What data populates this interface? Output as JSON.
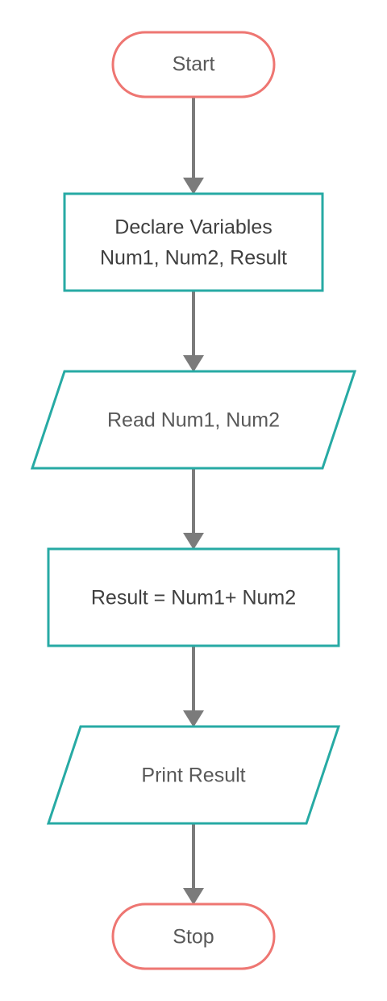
{
  "nodes": {
    "start": {
      "label": "Start",
      "shape": "terminal"
    },
    "declare": {
      "line1": "Declare Variables",
      "line2": "Num1, Num2, Result",
      "shape": "process"
    },
    "read": {
      "label": "Read Num1, Num2",
      "shape": "input-output"
    },
    "compute": {
      "label": "Result = Num1+ Num2",
      "shape": "process"
    },
    "print": {
      "label": "Print Result",
      "shape": "input-output"
    },
    "stop": {
      "label": "Stop",
      "shape": "terminal"
    }
  },
  "colors": {
    "terminal_border": "#ee7672",
    "process_border": "#27aaa4",
    "connector": "#7b7b7b",
    "text": "#595959"
  }
}
